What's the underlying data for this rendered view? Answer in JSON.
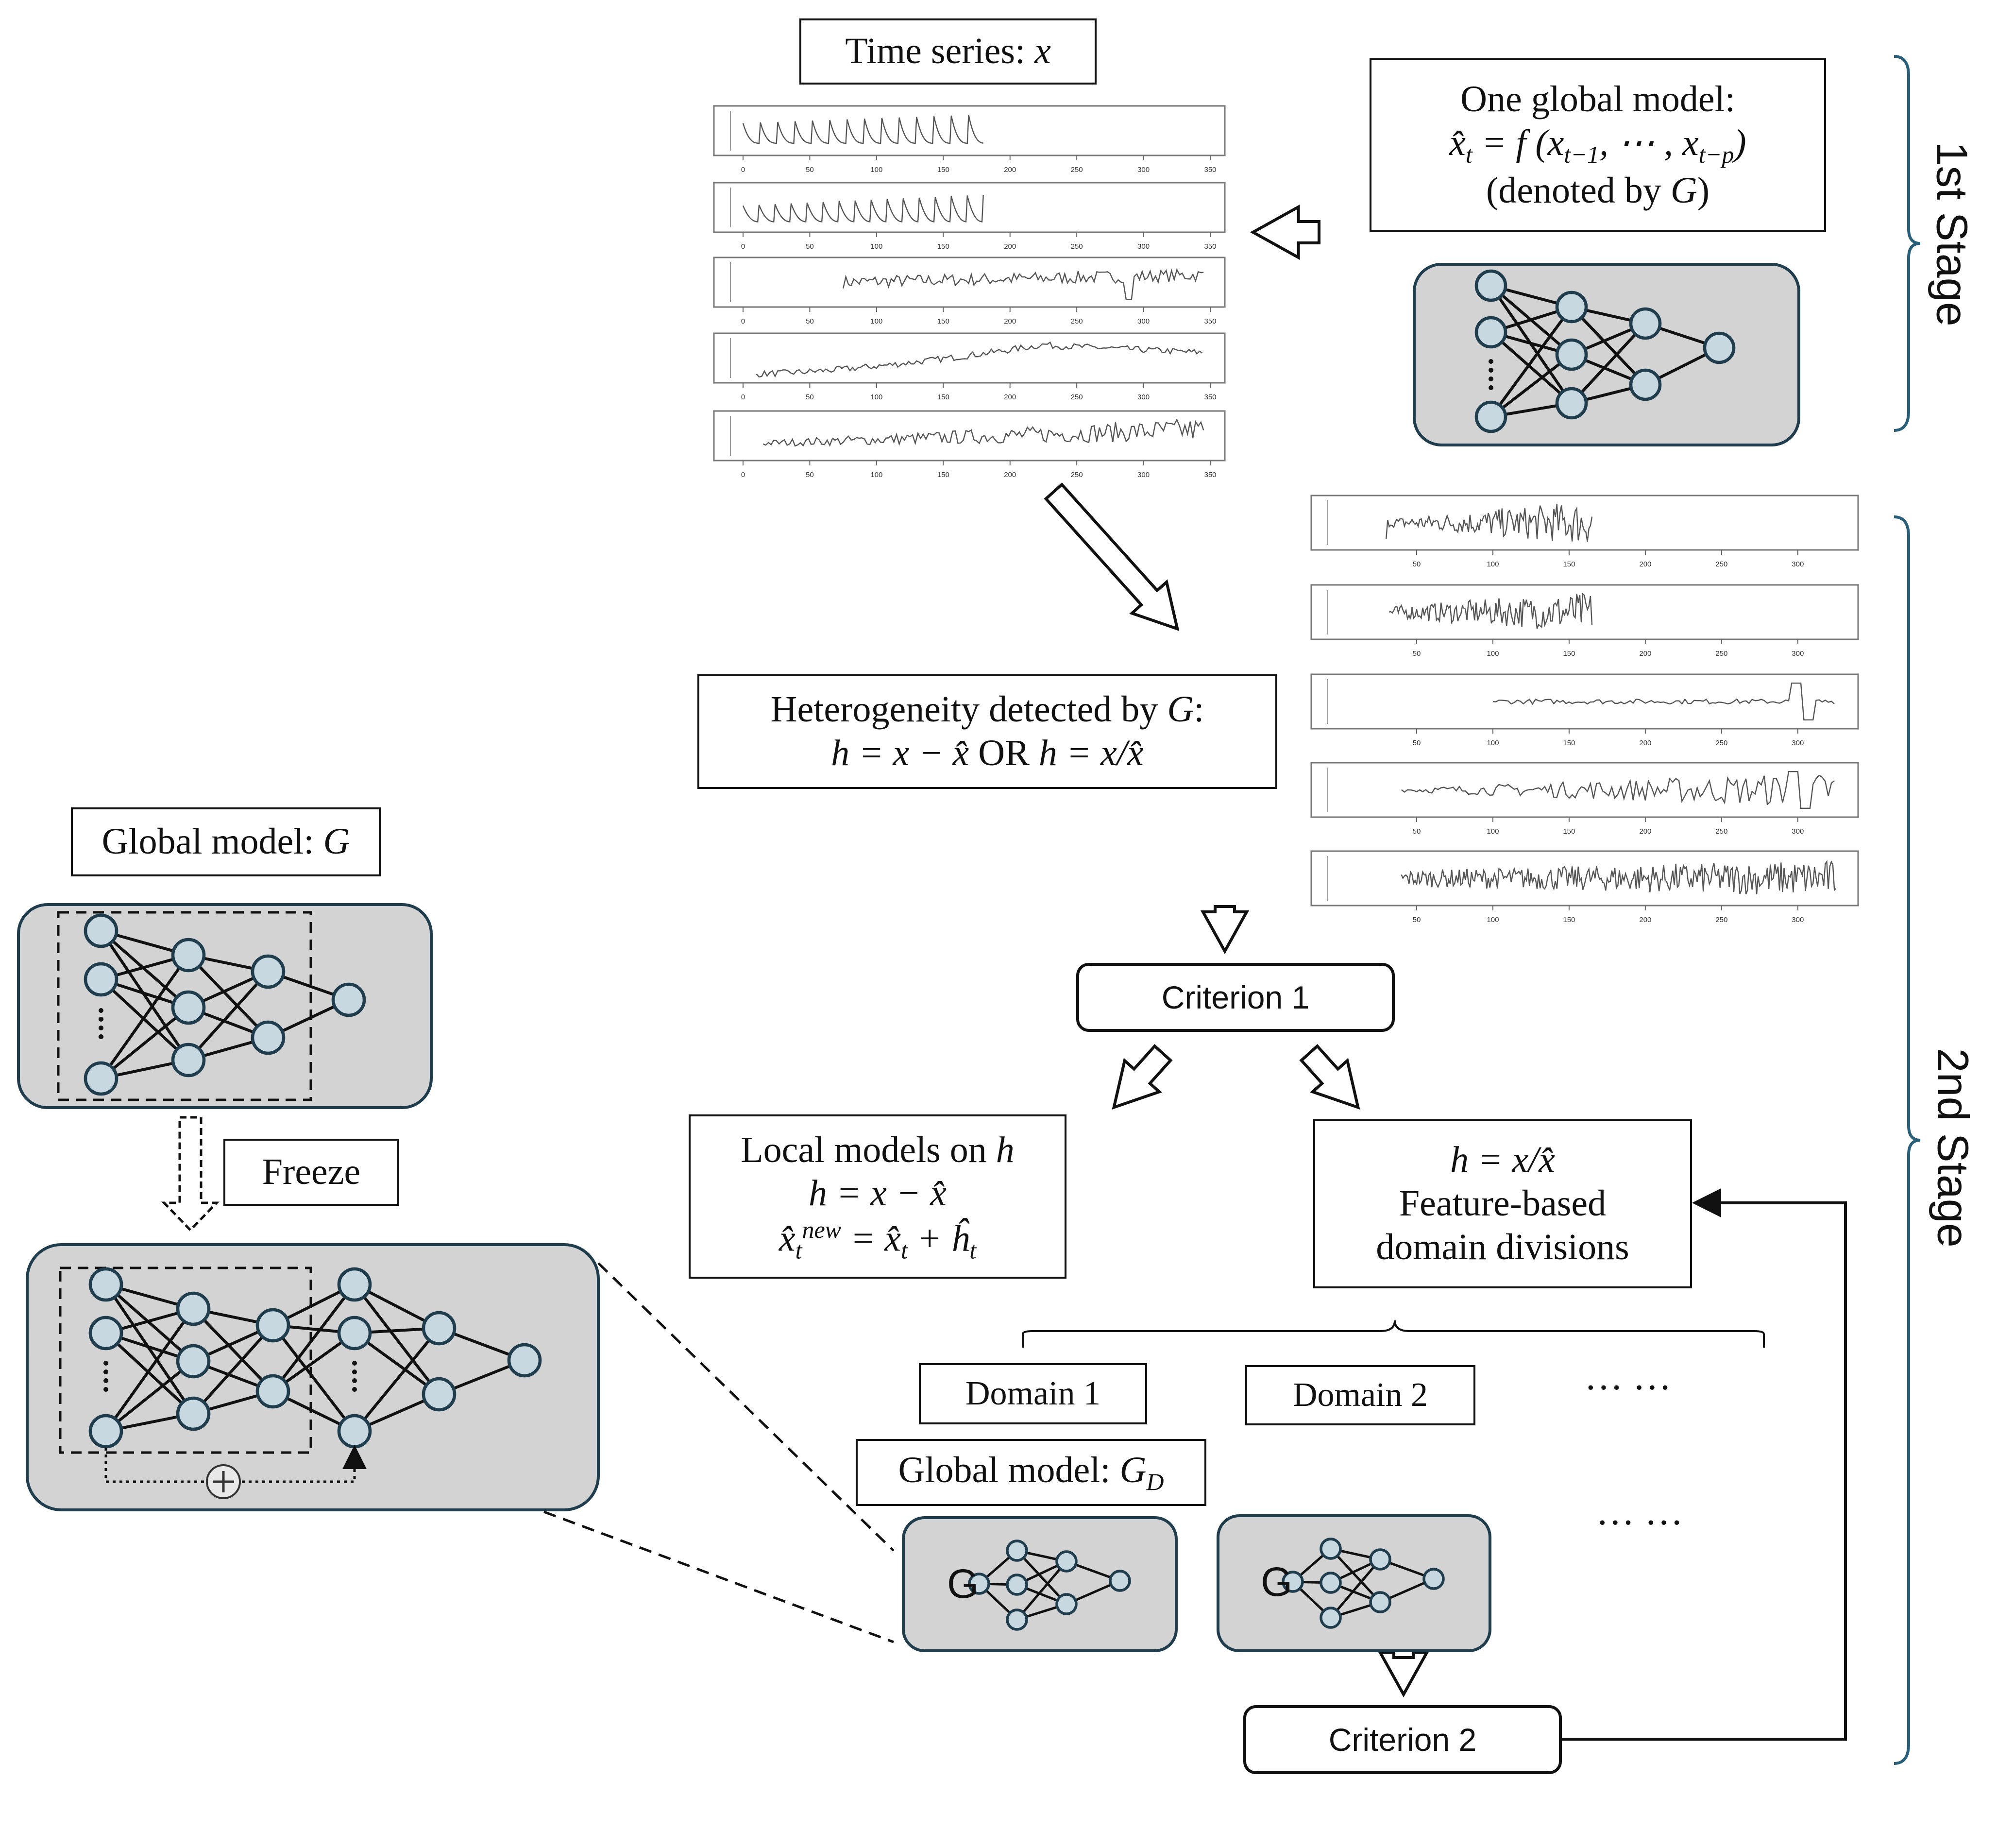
{
  "stage_labels": {
    "first": "1st Stage",
    "second": "2nd Stage"
  },
  "time_series_box": {
    "prefix": "Time series: ",
    "var": "x"
  },
  "global_model_box": {
    "line1": "One global model:",
    "line2_lhs": "x̂",
    "line2_sub": "t",
    "line2_rest": " = f (x",
    "line2_sub2": "t−1",
    "line2_mid": ", ⋯ , x",
    "line2_sub3": "t−p",
    "line2_end": ")",
    "line3": "(denoted by ",
    "line3_var": "G",
    "line3_end": ")"
  },
  "heterogeneity_box": {
    "line1": "Heterogeneity detected by ",
    "line1_var": "G",
    "line1_end": ":",
    "line2_a": "h = x − x̂",
    "line2_or": " OR ",
    "line2_b": "h = x/x̂"
  },
  "global_model_g_box": {
    "prefix": "Global model: ",
    "var": "G"
  },
  "freeze_box": {
    "label": "Freeze"
  },
  "local_models_box": {
    "line1": "Local models on ",
    "line1_var": "h",
    "line2": "h = x − x̂",
    "line3_a": "x̂",
    "line3_sub": "t",
    "line3_sup": "new",
    "line3_b": " = x̂",
    "line3_sub2": "t",
    "line3_c": " + ĥ",
    "line3_sub3": "t"
  },
  "feature_box": {
    "line1": "h = x/x̂",
    "line2": "Feature-based",
    "line3": "domain divisions"
  },
  "domain_labels": {
    "d1": "Domain 1",
    "d2": "Domain 2",
    "more": "··· ···",
    "more2": "··· ···"
  },
  "global_model_gd_box": {
    "prefix": "Global model: ",
    "var": "G",
    "sub": "D"
  },
  "criteria": {
    "c1": "Criterion 1",
    "c2": "Criterion 2"
  },
  "model_g_glyph": {
    "g1": "G",
    "g2": "G"
  },
  "tick_labels": [
    "0",
    "50",
    "100",
    "150",
    "200",
    "250",
    "300",
    "350"
  ],
  "residual_tick_labels": [
    "50",
    "100",
    "150",
    "200",
    "250",
    "300"
  ],
  "colors": {
    "brace": "#2a5f7a",
    "node_fill": "#c8d8e0",
    "panel_fill": "#d3d3d3",
    "panel_border": "#1f3d4d",
    "line": "#111111"
  },
  "icons": {
    "nn": "neural-network-icon",
    "arrow": "hollow-arrow-icon",
    "plus": "circled-plus-icon"
  }
}
